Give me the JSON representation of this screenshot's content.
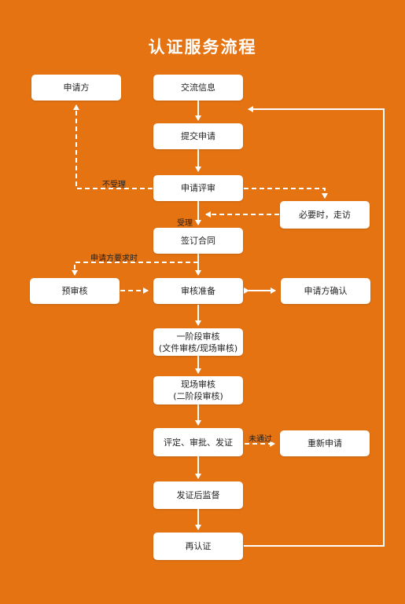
{
  "title": "认证服务流程",
  "nodes": {
    "applicant": "申请方",
    "exchange": "交流信息",
    "submit": "提交申请",
    "review": "申请评审",
    "visit": "必要时，走访",
    "contract": "签订合同",
    "preaudit": "预审核",
    "prepare": "审核准备",
    "confirm": "申请方确认",
    "stage1_line1": "一阶段审核",
    "stage1_line2": "(文件审核/现场审核)",
    "onsite_line1": "现场审核",
    "onsite_line2": "(二阶段审核)",
    "evaluate": "评定、审批、发证",
    "reapply": "重新申请",
    "supervision": "发证后监督",
    "recert": "再认证"
  },
  "labels": {
    "rejected": "不受理",
    "accepted": "受理",
    "applicant_request": "申请方要求时",
    "failed": "未通过"
  },
  "colors": {
    "background": "#E57311",
    "node": "#FFFFFF",
    "line": "#FFFFFF"
  }
}
